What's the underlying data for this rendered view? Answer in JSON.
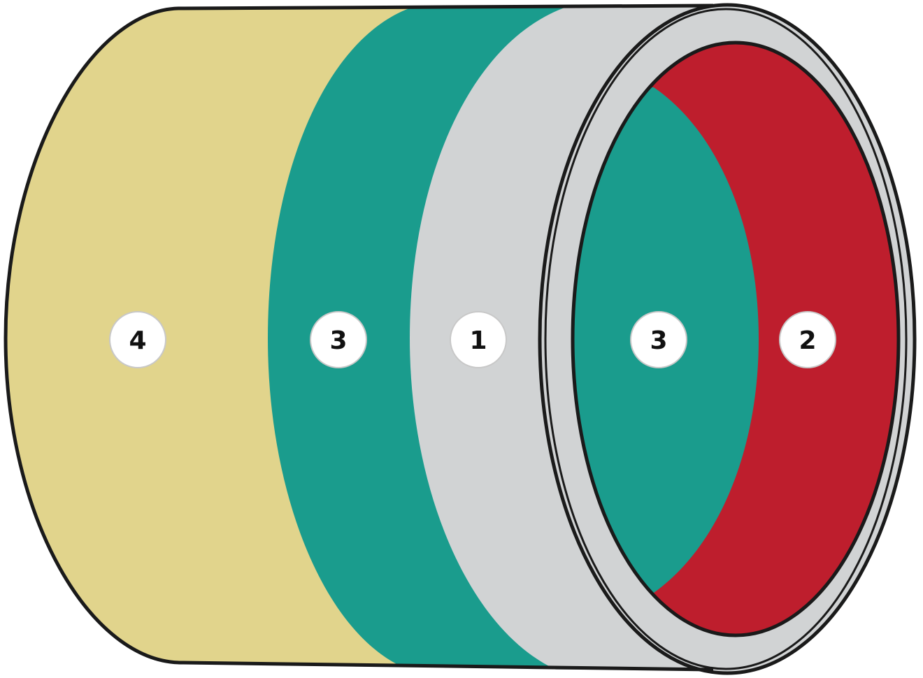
{
  "diagram": {
    "layers": [
      {
        "id": "layer-4",
        "color": "#E1D48C"
      },
      {
        "id": "layer-3",
        "color": "#1A9C8D"
      },
      {
        "id": "layer-1",
        "color": "#D1D3D4"
      },
      {
        "id": "layer-2",
        "color": "#BE1E2D"
      }
    ],
    "outline_color": "#1A1A1A",
    "badge_fill": "#FFFFFF",
    "badge_border": "#C8C8C8",
    "labels": {
      "outer_layer_4": "4",
      "outer_layer_3": "3",
      "outer_layer_1": "1",
      "inner_layer_3": "3",
      "inner_layer_2": "2"
    }
  }
}
